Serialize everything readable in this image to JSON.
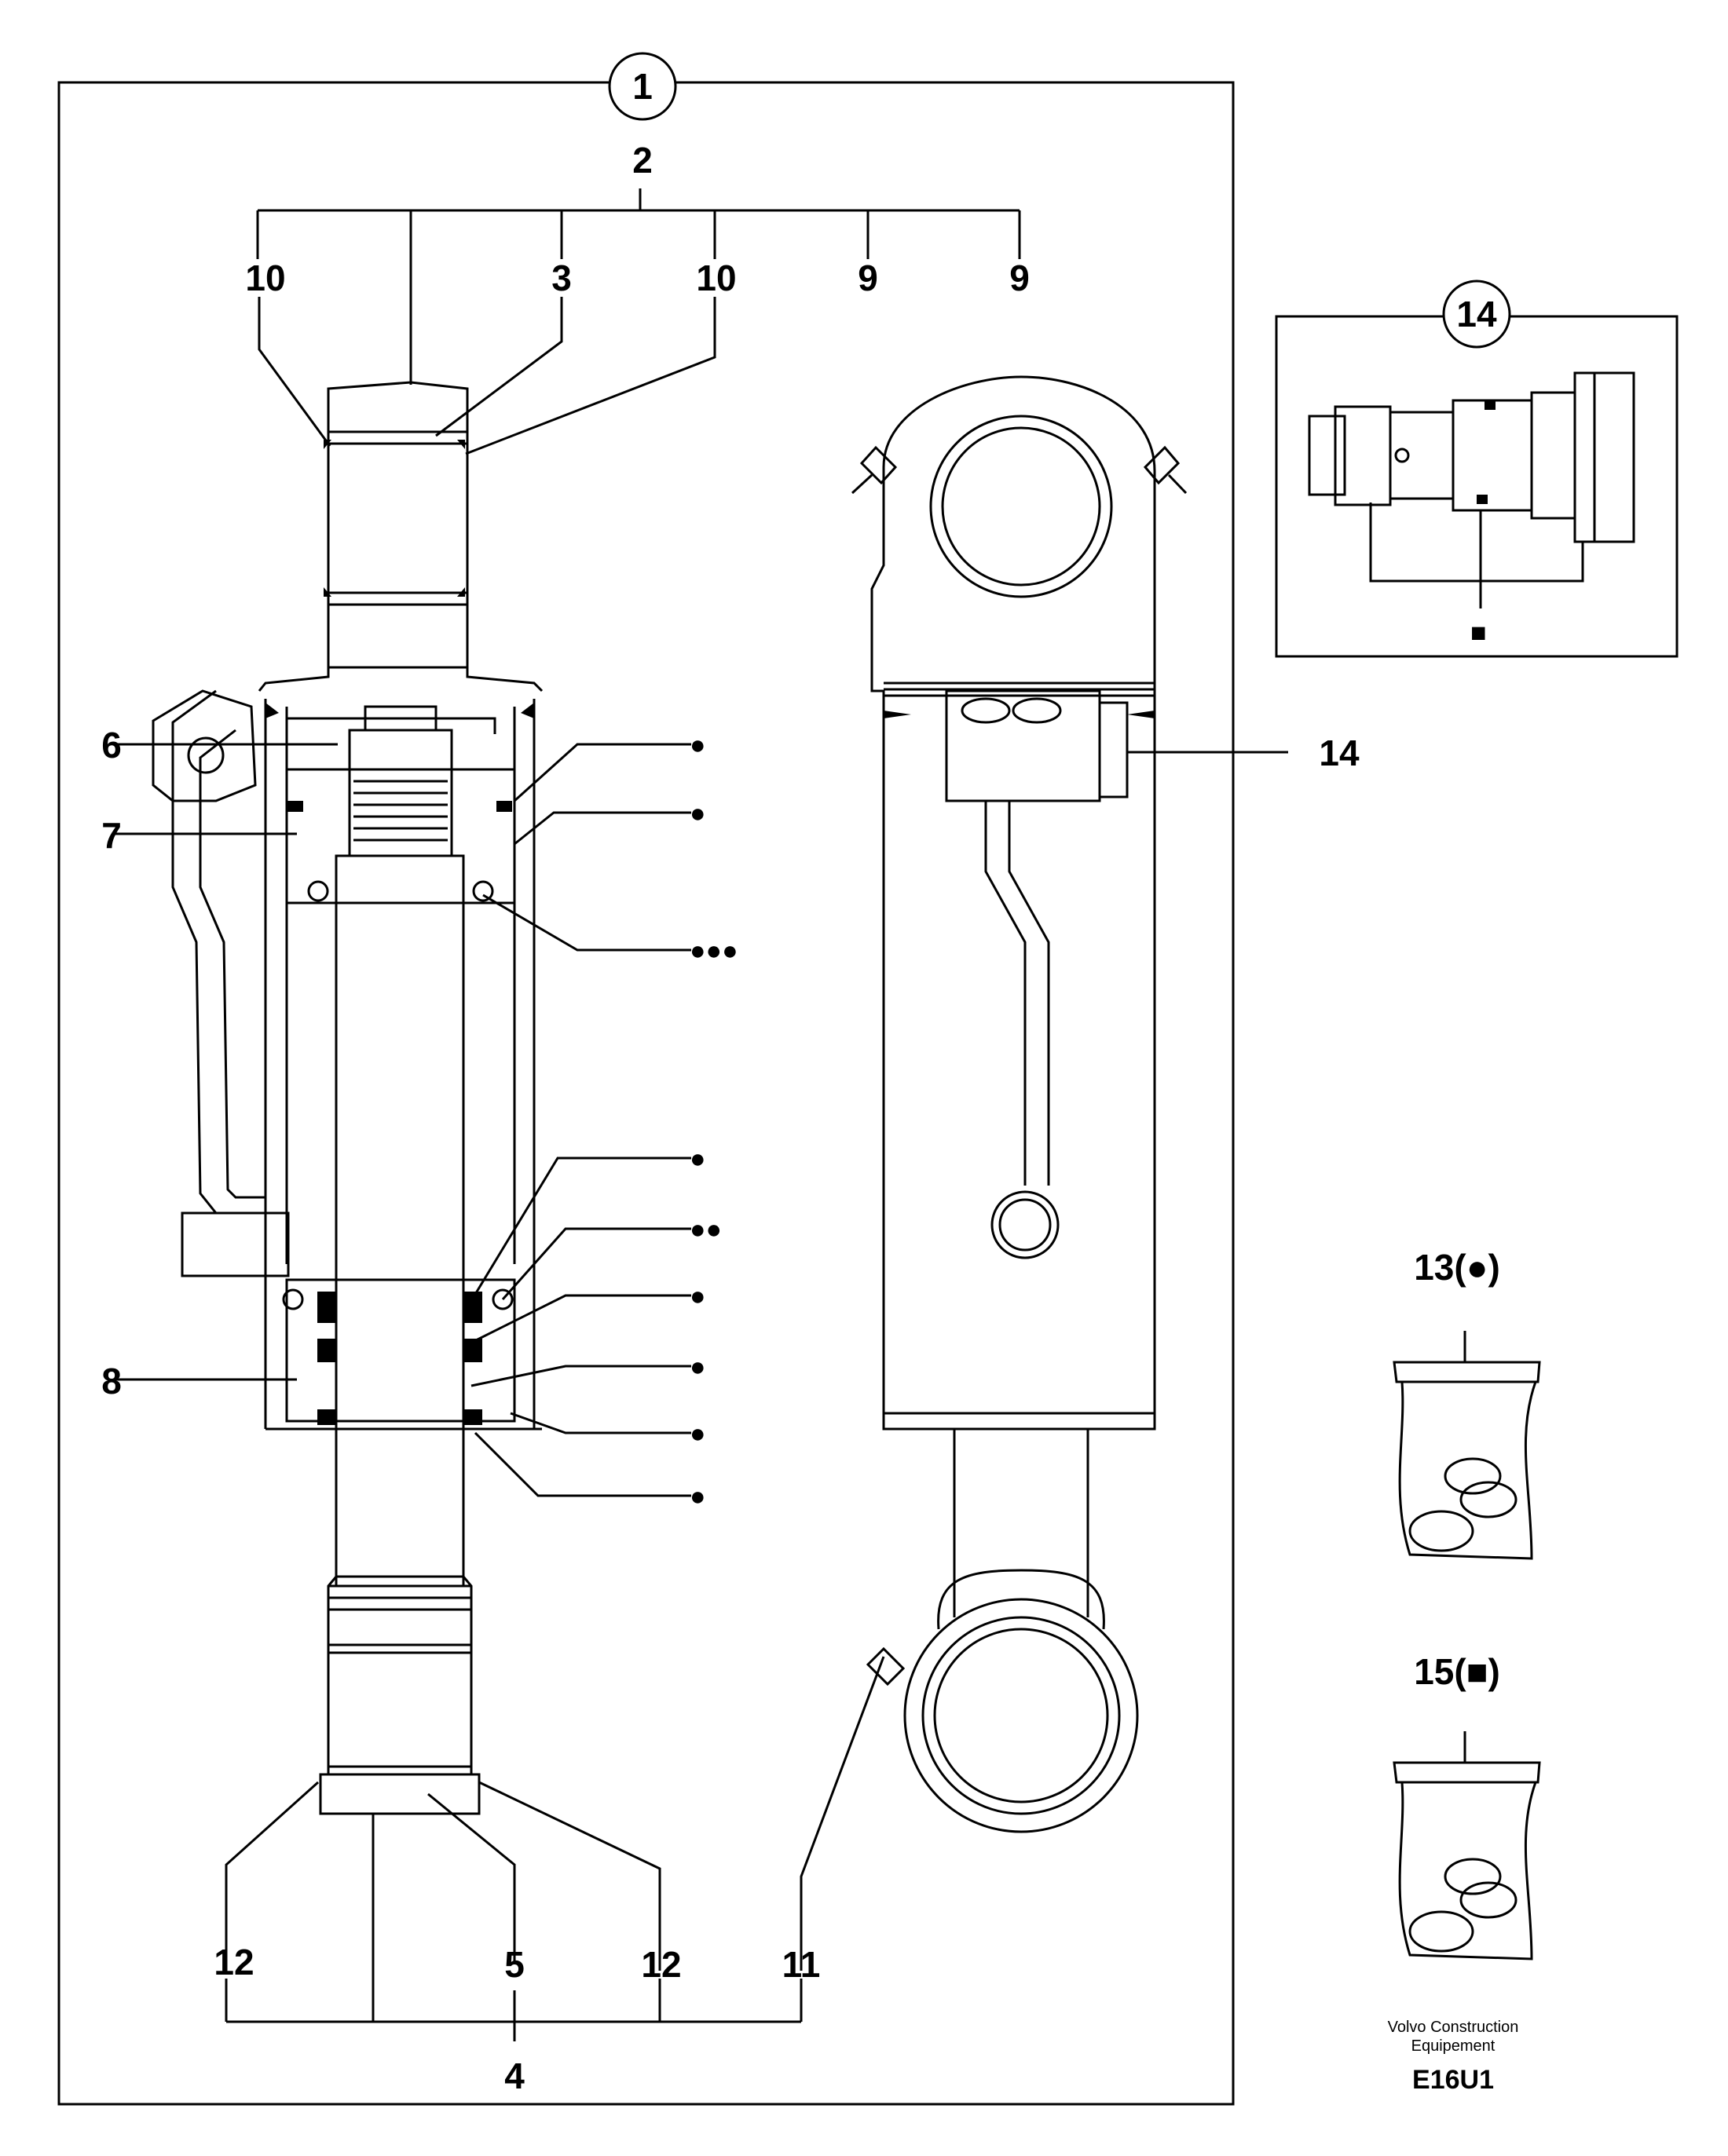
{
  "callouts": {
    "c1": "1",
    "c2": "2",
    "c3": "3",
    "c4": "4",
    "c5": "5",
    "c6": "6",
    "c7": "7",
    "c8": "8",
    "c9": "9",
    "c10": "10",
    "c11": "11",
    "c12": "12",
    "c14": "14"
  },
  "inset_label": "14",
  "kit_labels": {
    "seal_kit": "13(●)",
    "valve_kit": "15(■)"
  },
  "markers": {
    "dot": "●",
    "dot2": "●●",
    "dot3": "●●●",
    "square": "■"
  },
  "footer": {
    "brand_line1": "Volvo Construction",
    "brand_line2": "Equipement",
    "code": "E16U1"
  }
}
